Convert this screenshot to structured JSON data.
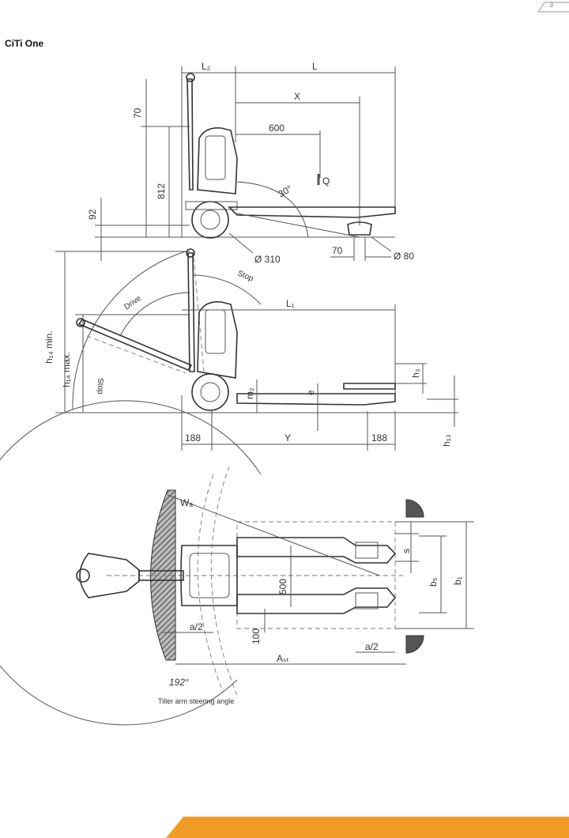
{
  "page": {
    "number": "3",
    "title": "CiTi One"
  },
  "colors": {
    "accent": "#f39c25",
    "hatch": "#555555",
    "line": "#555555"
  },
  "side_view": {
    "labels": {
      "L2": "L₂",
      "L": "L",
      "X": "X",
      "d600": "600",
      "Q": "Q",
      "d70v": "70",
      "d812": "812",
      "d92": "92",
      "angle30": "30°",
      "wheel310": "Ø 310",
      "d70h": "70",
      "roller80": "Ø 80"
    }
  },
  "arc_view": {
    "labels": {
      "stop_top": "Stop",
      "drive": "Drive",
      "stop_left": "Stop",
      "L1": "L₁",
      "h14min": "h₁₄  min.",
      "h14max": "h₁₄  max.",
      "m2": "m₂",
      "e": "e",
      "h3": "h₃",
      "h13": "h₁₃",
      "d188a": "188",
      "Y": "Y",
      "d188b": "188"
    }
  },
  "top_view": {
    "labels": {
      "Wa": "Wₐ",
      "d500": "500",
      "s": "s",
      "b5": "b₅",
      "b1": "b₁",
      "a2_left": "a/2",
      "d100": "100",
      "a2_right": "a/2",
      "Ast": "Aₛₜ",
      "angle192": "192°"
    },
    "caption": "Tiller arm steering angle"
  }
}
